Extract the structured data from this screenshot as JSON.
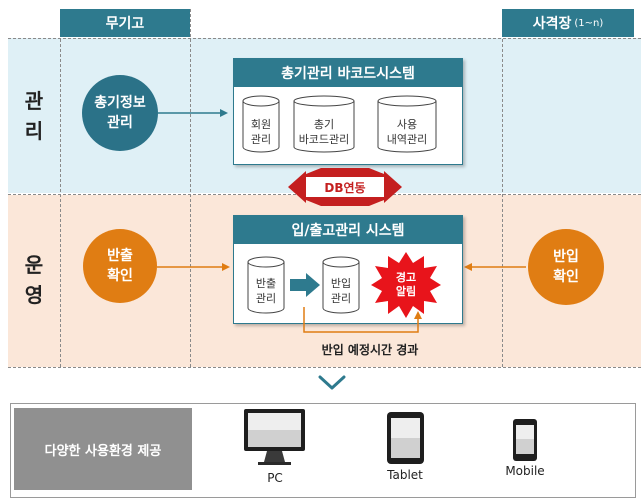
{
  "columns": {
    "warehouse": "무기고",
    "range": "사격장",
    "range_suffix": "(1~n)"
  },
  "rows": {
    "management": "관\n리",
    "operation": "운\n영"
  },
  "nodes": {
    "gun_info": "총기정보\n관리",
    "carry_out_check": "반출\n확인",
    "carry_in_check": "반입\n확인"
  },
  "barcode_system": {
    "title": "총기관리 바코드시스템",
    "db_member": "회원\n관리",
    "db_gun_barcode": "총기\n바코드관리",
    "db_usage": "사용\n내역관리"
  },
  "db_link": "DB연동",
  "inout_system": {
    "title": "입/출고관리 시스템",
    "db_carry_out": "반출\n관리",
    "db_carry_in": "반입\n관리",
    "alert": "경고\n알림"
  },
  "overdue_label": "반입 예정시간 경과",
  "environments": {
    "label": "다양한 사용환경 제공",
    "pc": "PC",
    "tablet": "Tablet",
    "mobile": "Mobile"
  },
  "colors": {
    "teal": "#2e7a8e",
    "orange": "#e07d13",
    "alert_red": "#e8141b",
    "link_red": "#c41f1f"
  }
}
